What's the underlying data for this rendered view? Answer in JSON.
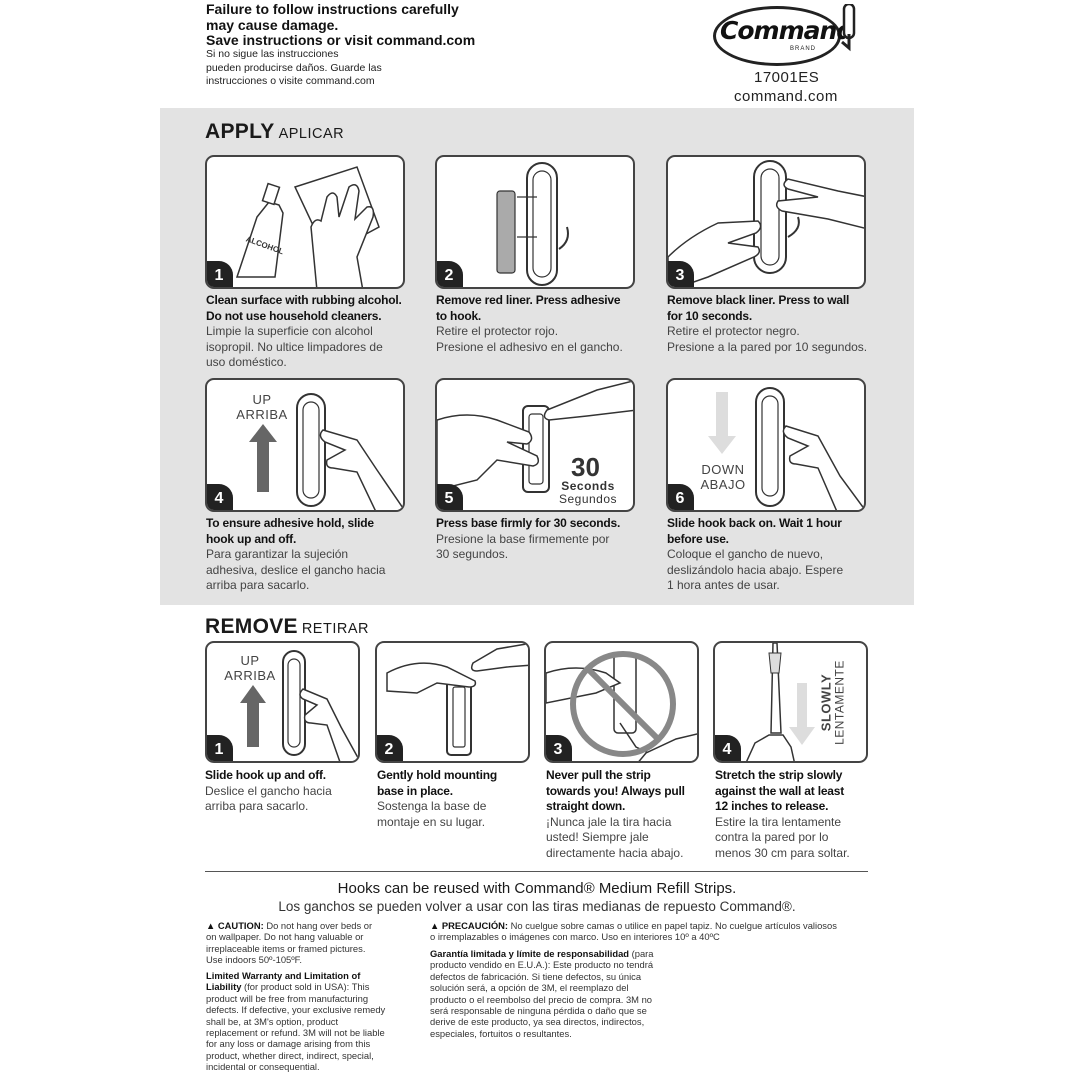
{
  "header": {
    "warning_lines": [
      "Failure to follow instructions carefully",
      "may cause damage.",
      "Save instructions or visit command.com"
    ],
    "warning_es_lines": [
      "Si no sigue las instrucciones",
      "pueden producirse daños. Guarde las",
      "instrucciones o visite command.com"
    ],
    "brand": "Command",
    "brand_small": "BRAND",
    "product_code": "17001ES",
    "website": "command.com"
  },
  "apply": {
    "title": "APPLY",
    "subtitle": "APLICAR",
    "steps": [
      {
        "num": "1",
        "en": [
          "Clean surface with rubbing alcohol.",
          "Do not use household cleaners."
        ],
        "es": [
          "Limpie la superficie con alcohol",
          "isopropil. No ultice limpadores de",
          "uso doméstico."
        ],
        "label": "ALCOHOL"
      },
      {
        "num": "2",
        "en": [
          "Remove red liner. Press adhesive",
          "to hook."
        ],
        "es": [
          "Retire el protector rojo.",
          "Presione el adhesivo en el gancho."
        ]
      },
      {
        "num": "3",
        "en": [
          "Remove black liner. Press to wall",
          "for 10 seconds."
        ],
        "es": [
          "Retire el protector negro.",
          "Presione a la pared por 10 segundos."
        ]
      },
      {
        "num": "4",
        "en": [
          "To ensure adhesive hold, slide",
          "hook up and off."
        ],
        "es": [
          "Para garantizar la sujeción",
          "adhesiva, deslice el gancho hacia",
          "arriba para sacarlo."
        ],
        "label_en": "UP",
        "label_es": "ARRIBA"
      },
      {
        "num": "5",
        "en": [
          "Press base firmly for 30 seconds."
        ],
        "es": [
          "Presione la base firmemente por",
          "30 segundos."
        ],
        "count": "30",
        "label_en": "Seconds",
        "label_es": "Segundos"
      },
      {
        "num": "6",
        "en": [
          "Slide hook back on. Wait 1 hour",
          "before use."
        ],
        "es": [
          "Coloque el gancho de nuevo,",
          "deslizándolo hacia abajo. Espere",
          "1 hora antes de usar."
        ],
        "label_en": "DOWN",
        "label_es": "ABAJO"
      }
    ]
  },
  "remove": {
    "title": "REMOVE",
    "subtitle": "RETIRAR",
    "steps": [
      {
        "num": "1",
        "en": [
          "Slide hook up and off."
        ],
        "es": [
          "Deslice el gancho hacia",
          "arriba para sacarlo."
        ],
        "label_en": "UP",
        "label_es": "ARRIBA"
      },
      {
        "num": "2",
        "en": [
          "Gently hold mounting",
          "base in place."
        ],
        "es": [
          "Sostenga la base de",
          "montaje en su lugar."
        ]
      },
      {
        "num": "3",
        "en": [
          "Never pull the strip",
          "towards you! Always pull",
          "straight down."
        ],
        "es": [
          "¡Nunca jale la tira hacia",
          "usted! Siempre jale",
          "directamente hacia abajo."
        ]
      },
      {
        "num": "4",
        "en": [
          "Stretch the strip slowly",
          "against the wall at least",
          "12 inches to release."
        ],
        "es": [
          "Estire la tira lentamente",
          "contra la pared por lo",
          "menos 30 cm para soltar."
        ],
        "label_en": "SLOWLY",
        "label_es": "LENTAMENTE"
      }
    ]
  },
  "reuse": {
    "en": "Hooks can be reused with Command® Medium Refill Strips.",
    "es": "Los ganchos se pueden volver a usar con las tiras medianas de repuesto Command®."
  },
  "fine_print": {
    "caution_title": "CAUTION:",
    "caution_lines": [
      " Do not hang over beds or",
      "on wallpaper. Do not hang valuable or",
      "irreplaceable items or framed pictures.",
      "Use indoors 50º-105ºF."
    ],
    "warranty_title_lines": [
      "Limited Warranty and Limitation of",
      "Liability"
    ],
    "warranty_lines": [
      " (for product sold in USA): This",
      "product will be free from manufacturing",
      "defects. If defective, your exclusive remedy",
      "shall be, at 3M's option, product",
      "replacement or refund. 3M will not be liable",
      "for any loss or damage arising from this",
      "product, whether direct, indirect, special,",
      "incidental or consequential."
    ],
    "precaucion_title": "PRECAUCIÓN:",
    "precaucion_lines": [
      " No cuelgue sobre camas o utilice en papel tapiz. No cuelgue artículos valiosos",
      "o irremplazables o imágenes con marco. Uso en interiores 10º a 40ºC"
    ],
    "garantia_title": "Garantía limitada y límite de responsabilidad",
    "garantia_lines": [
      " (para",
      "producto vendido en E.U.A.): Este producto no tendrá",
      "defectos de fabricación. Si tiene defectos, su única",
      "solución será, a opción de 3M, el reemplazo del",
      "producto o el reembolso del precio de compra. 3M no",
      "será responsable de ninguna pérdida o daño que se",
      "derive de este producto, ya sea directos, indirectos,",
      "especiales, fortuitos o resultantes."
    ]
  }
}
